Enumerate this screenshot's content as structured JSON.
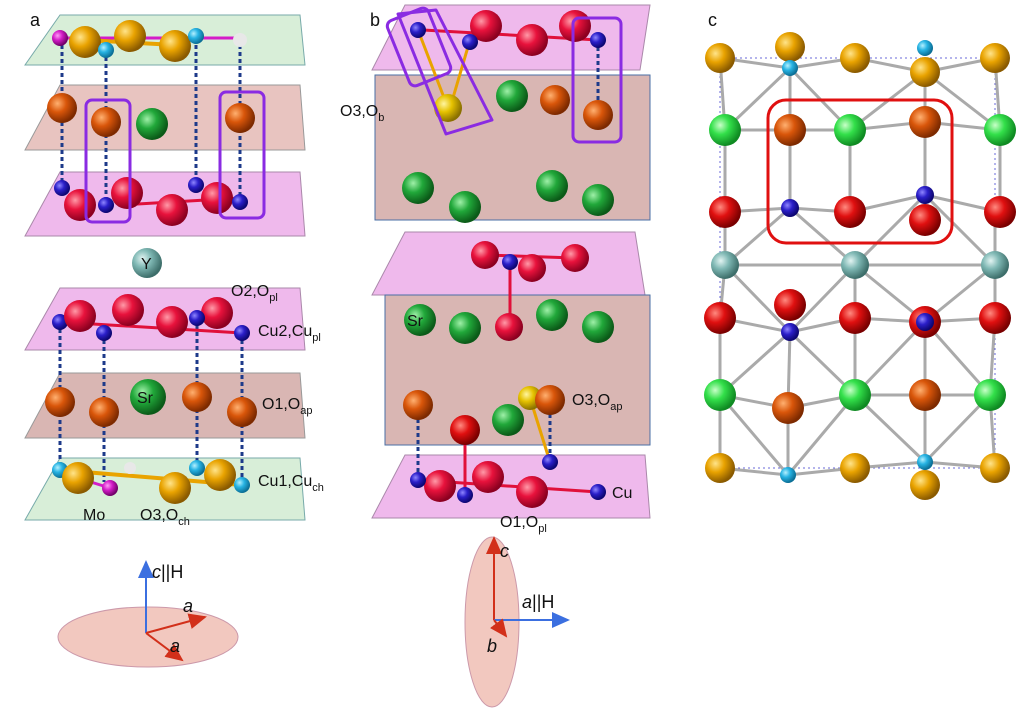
{
  "panels": {
    "a": "a",
    "b": "b",
    "c": "c"
  },
  "labels": {
    "y": "Y",
    "sr_a": "Sr",
    "sr_b": "Sr",
    "o2": "O2,O",
    "o2_sub": "pl",
    "cu2": "Cu2,Cu",
    "cu2_sub": "pl",
    "o1": "O1,O",
    "o1_sub": "ap",
    "cu1": "Cu1,Cu",
    "cu1_sub": "ch",
    "mo": "Mo",
    "o3ch": "O3,O",
    "o3ch_sub": "ch",
    "o3ob": "O3,O",
    "o3ob_sub": "b",
    "o3ap": "O3,O",
    "o3ap_sub": "ap",
    "cu_b": "Cu",
    "o1pl": "O1,O",
    "o1pl_sub": "pl"
  },
  "axes_a": {
    "c": "c",
    "c_rest": "||H",
    "a1": "a",
    "a2": "a"
  },
  "axes_b": {
    "c": "c",
    "a": "a",
    "a_rest": "||H",
    "b": "b"
  },
  "colors": {
    "chain_plane": "#d8eed8",
    "cu_plane": "#efb9ec",
    "ap_plane": "#d9b6b3",
    "red_o": "#e0103a",
    "orange_o": "#d9560a",
    "gold_o": "#e9a300",
    "blue_cu": "#2b1fc9",
    "cyan_cu": "#27b3e3",
    "green_sr": "#21a83a",
    "teal_y": "#7fb8b4",
    "magenta_mo": "#d41cc8",
    "highlight": "#8a2be2",
    "cell_box": "#e01010"
  }
}
